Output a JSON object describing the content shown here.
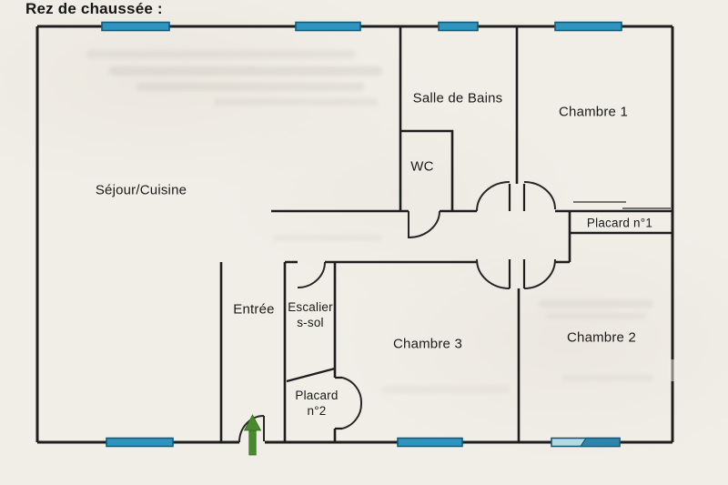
{
  "title": "Rez de chaussée :",
  "floor_plan": {
    "rooms": [
      {
        "id": "sejour-cuisine",
        "label": "Séjour/Cuisine"
      },
      {
        "id": "salle-de-bains",
        "label": "Salle de Bains"
      },
      {
        "id": "wc",
        "label": "WC"
      },
      {
        "id": "chambre-1",
        "label": "Chambre 1"
      },
      {
        "id": "placard-1",
        "label": "Placard n°1"
      },
      {
        "id": "entree",
        "label": "Entrée"
      },
      {
        "id": "escalier-s-sol",
        "lines": [
          "Escalier",
          "s-sol"
        ]
      },
      {
        "id": "chambre-3",
        "label": "Chambre 3"
      },
      {
        "id": "chambre-2",
        "label": "Chambre 2"
      },
      {
        "id": "placard-2",
        "lines": [
          "Placard",
          "n°2"
        ]
      }
    ],
    "window_count": 7,
    "door_arc_count": 9
  },
  "colors": {
    "window-fill": "#2e95c0",
    "window-light": "#b7d9e6",
    "window-border": "#135a76",
    "wall-ink": "#1e1e1e",
    "entrance-arrow": "#4a8a2e",
    "paper": "#f1eee8"
  }
}
